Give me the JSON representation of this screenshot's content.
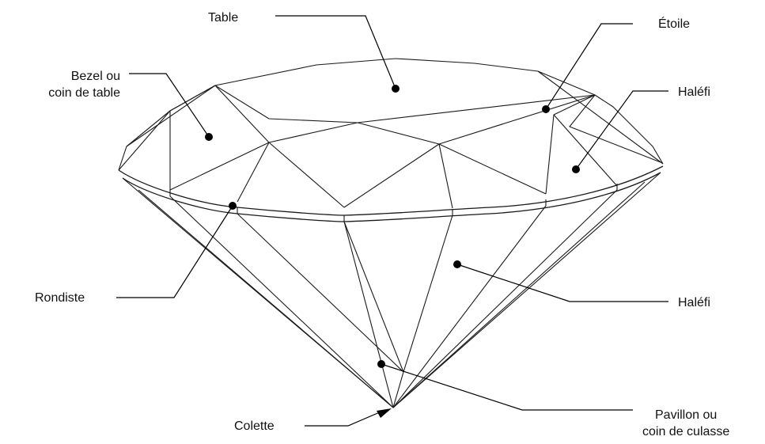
{
  "labels": {
    "table": "Table",
    "etoile": "Étoile",
    "bezel": "Bezel ou\ncoin de table",
    "halefi_crown": "Haléfi",
    "rondiste": "Rondiste",
    "halefi_pavilion": "Haléfi",
    "colette": "Colette",
    "pavillon": "Pavillon ou\ncoin de culasse"
  },
  "colors": {
    "line": "#1a1a1a",
    "label": "#111111",
    "background": "#ffffff"
  }
}
